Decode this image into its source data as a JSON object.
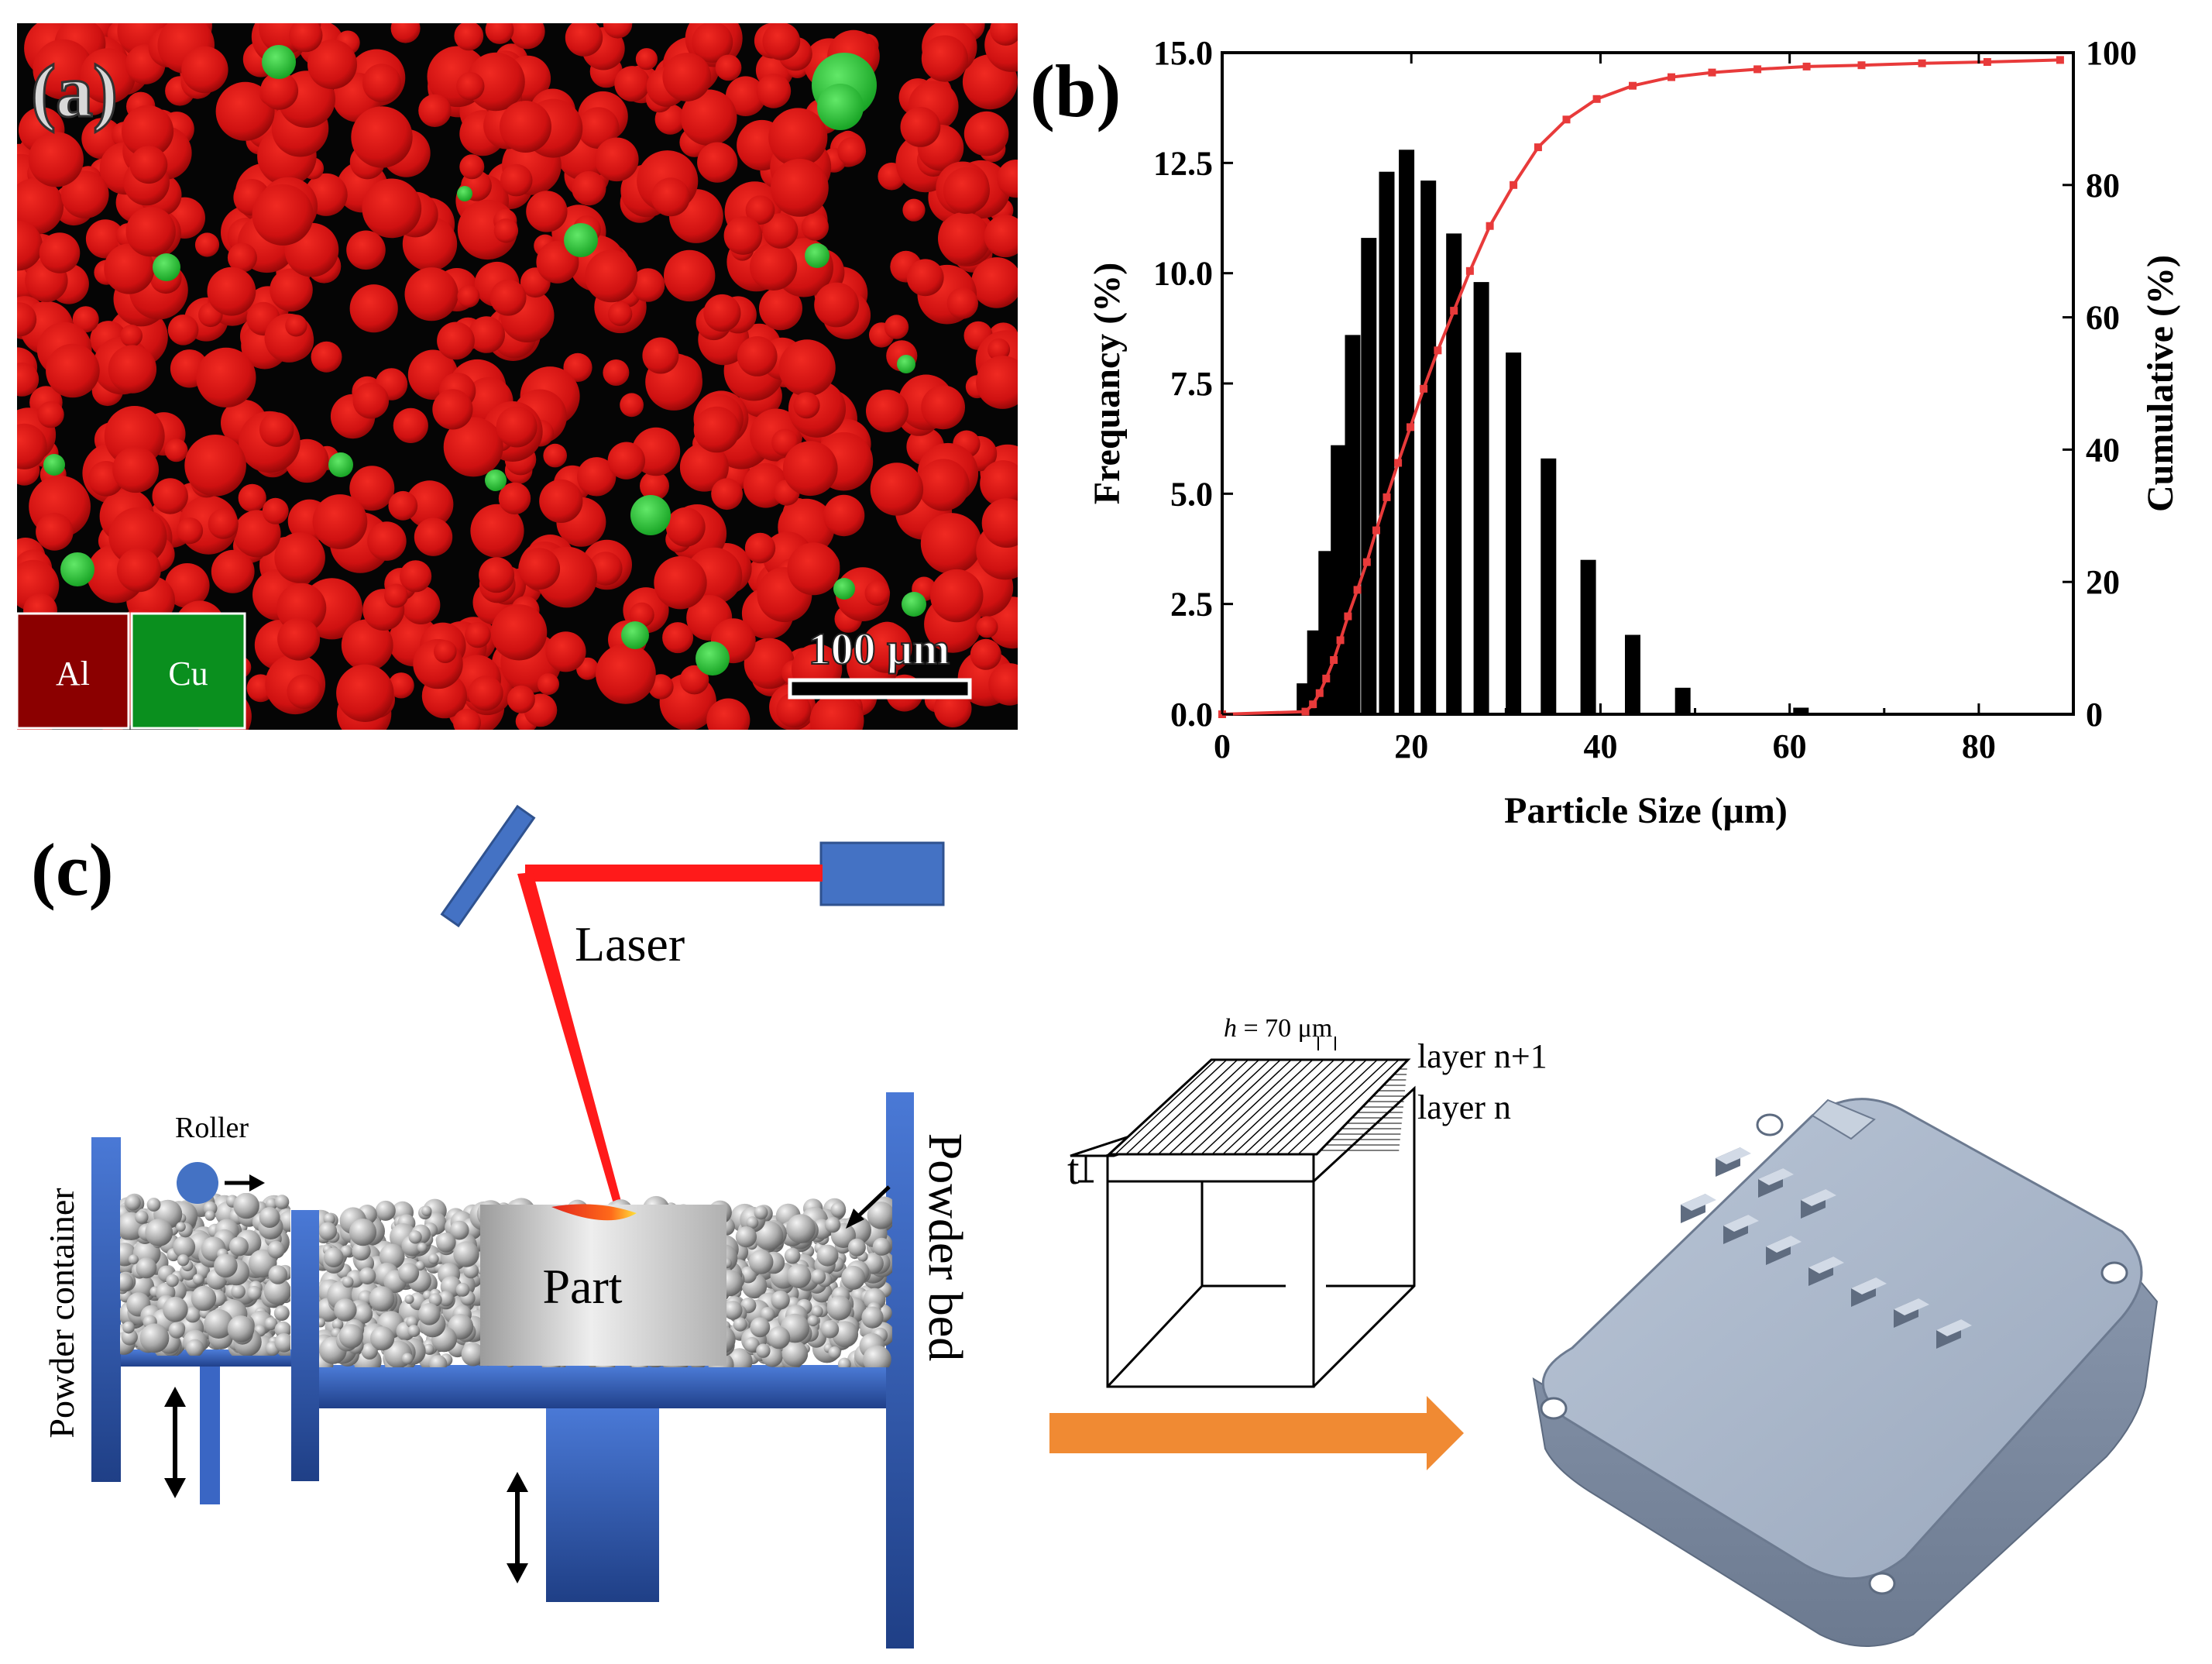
{
  "panel_a": {
    "label": "(a)",
    "legend": [
      {
        "text": "Al",
        "color": "#8b0000"
      },
      {
        "text": "Cu",
        "color": "#0a8f1e"
      }
    ],
    "scale_bar": "100 μm",
    "colors": {
      "background": "#050505",
      "al_particle": "#d41414",
      "cu_particle": "#2fcf3a"
    }
  },
  "panel_b": {
    "label": "(b)",
    "xlabel": "Particle Size (μm)",
    "ylabel_left": "Frequancy (%)",
    "ylabel_right": "Cumulative (%)",
    "x_ticks": [
      "0",
      "20",
      "40",
      "60",
      "80"
    ],
    "y_left_ticks": [
      "0.0",
      "2.5",
      "5.0",
      "7.5",
      "10.0",
      "12.5",
      "15.0"
    ],
    "y_right_ticks": [
      "0",
      "20",
      "40",
      "60",
      "80",
      "100"
    ]
  },
  "chart_data": {
    "type": "bar",
    "xlabel": "Particle Size (μm)",
    "ylabel": "Frequancy (%)",
    "y2label": "Cumulative (%)",
    "xlim": [
      0,
      90
    ],
    "ylim": [
      0,
      15
    ],
    "y2lim": [
      0,
      100
    ],
    "series": [
      {
        "type": "bar",
        "color": "#000000",
        "x": [
          8.7,
          9.8,
          11.0,
          12.3,
          13.8,
          15.5,
          17.4,
          19.5,
          21.8,
          24.5,
          27.4,
          30.8,
          34.5,
          38.7,
          43.4,
          48.7,
          54.6,
          61.2
        ],
        "values": [
          0.7,
          1.9,
          3.7,
          6.1,
          8.6,
          10.8,
          12.3,
          12.8,
          12.1,
          10.9,
          9.8,
          8.2,
          5.8,
          3.5,
          1.8,
          0.6,
          0.0,
          0.15
        ]
      },
      {
        "type": "line",
        "color": "#e83a3a",
        "x": [
          0,
          8.8,
          9.6,
          10.3,
          11.0,
          11.8,
          12.5,
          13.3,
          14.3,
          15.3,
          16.3,
          17.4,
          18.6,
          19.9,
          21.3,
          22.8,
          24.5,
          26.2,
          28.3,
          30.8,
          33.4,
          36.4,
          39.6,
          43.4,
          47.5,
          51.8,
          56.6,
          61.8,
          67.6,
          74.0,
          80.9,
          88.6
        ],
        "values": [
          0,
          0.4,
          1.5,
          3.2,
          5.4,
          8.2,
          11.2,
          14.8,
          18.8,
          23.0,
          27.8,
          32.8,
          38.0,
          43.4,
          49.2,
          55.0,
          61.0,
          67.0,
          73.8,
          80.0,
          85.7,
          89.9,
          93.0,
          95.0,
          96.3,
          97.0,
          97.5,
          97.9,
          98.1,
          98.4,
          98.6,
          98.9
        ]
      }
    ]
  },
  "panel_c": {
    "label": "(c)",
    "laser_label": "Laser",
    "roller_label": "Roller",
    "powder_container_label": "Powder  container",
    "powder_bed_label": "Powder bed",
    "part_label": "Part",
    "layer_top_label": "layer n+1",
    "layer_bottom_label": "layer n",
    "h_label": "h",
    "h_value": " = 70 μm",
    "t_label": "t",
    "colors": {
      "machine": "#3a66c4",
      "laser": "#ff1a1a",
      "arrow": "#f08a33",
      "plate": "#a9b6c8"
    }
  }
}
